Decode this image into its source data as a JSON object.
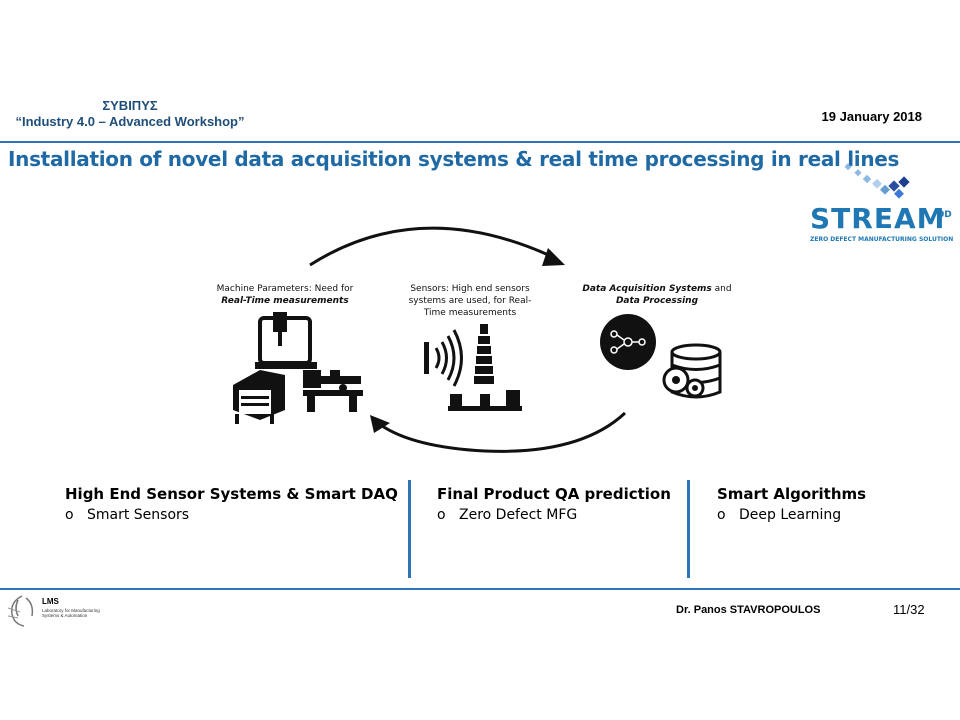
{
  "header": {
    "org_line1": "ΣΥΒΙΠΥΣ",
    "org_line2": "“Industry 4.0 – Advanced Workshop”",
    "date": "19 January  2018"
  },
  "slide": {
    "title": "Installation of novel data acquisition systems & real time processing in real lines"
  },
  "logo": {
    "name": "STREAM",
    "suffix": "0D",
    "tagline": "ZERO DEFECT MANUFACTURING SOLUTION",
    "brand_color": "#1f78b4"
  },
  "diagram": {
    "left_caption": "Machine Parameters: Need for",
    "left_caption_em": "Real-Time measurements",
    "mid_caption_1": "Sensors: High end sensors",
    "mid_caption_2": "systems are used, for Real-",
    "mid_caption_3": "Time measurements",
    "right_caption_1": "Data Acquisition Systems",
    "right_caption_and": "and",
    "right_caption_2": "Data Processing"
  },
  "columns": [
    {
      "heading": "High End Sensor Systems & Smart DAQ",
      "item": "Smart Sensors",
      "bullet": "o"
    },
    {
      "heading": "Final Product QA prediction",
      "item": "Zero Defect MFG",
      "bullet": "o"
    },
    {
      "heading": "Smart Algorithms",
      "item": "Deep Learning",
      "bullet": "o"
    }
  ],
  "footer": {
    "lms": "LMS",
    "lms_sub": "Laboratory for Manufacturing Systems & Automation",
    "presenter": "Dr. Panos STAVROPOULOS",
    "page": "11/32"
  }
}
